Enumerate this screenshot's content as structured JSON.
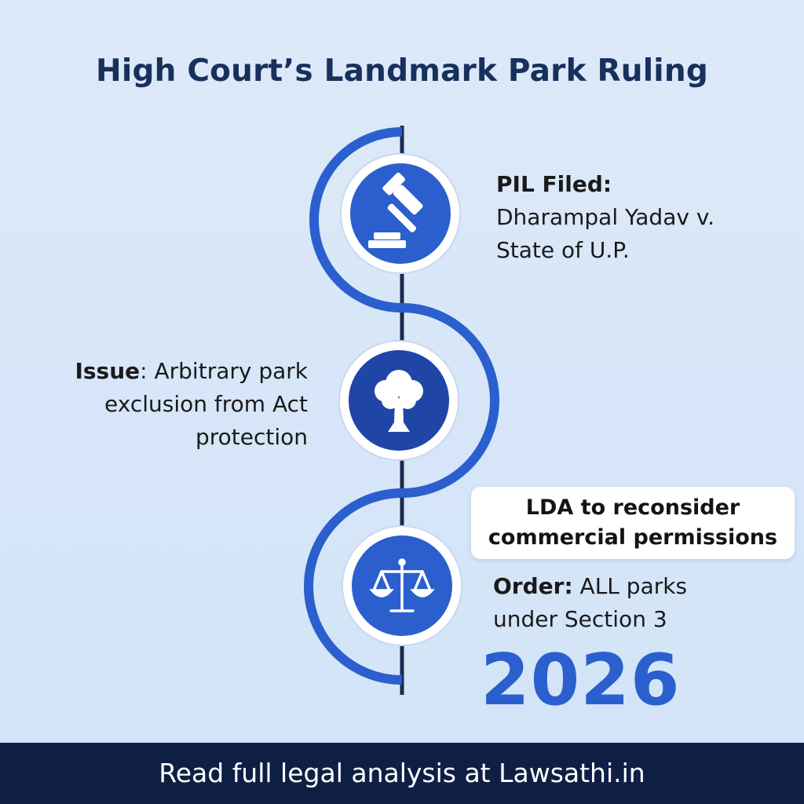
{
  "title": "High Court’s Landmark Park Ruling",
  "steps": [
    {
      "label": "PIL Filed:",
      "line1": "Dharampal Yadav v.",
      "line2": "State of U.P.",
      "icon": "gavel-icon"
    },
    {
      "label": "Issue",
      "line1": ": Arbitrary park",
      "line2": "exclusion from Act",
      "line3": "protection",
      "icon": "tree-icon"
    },
    {
      "label": "Order:",
      "line1": " ALL parks",
      "line2": "under Section 3",
      "icon": "scales-icon"
    }
  ],
  "callout": {
    "line1": "LDA to reconsider",
    "line2": "commercial permissions"
  },
  "year": "2026",
  "footer": "Read full legal analysis at Lawsathi.in",
  "colors": {
    "accent": "#2a5fcd",
    "navy": "#0f1f44",
    "title": "#17305c",
    "background": "#d9e8f8"
  }
}
